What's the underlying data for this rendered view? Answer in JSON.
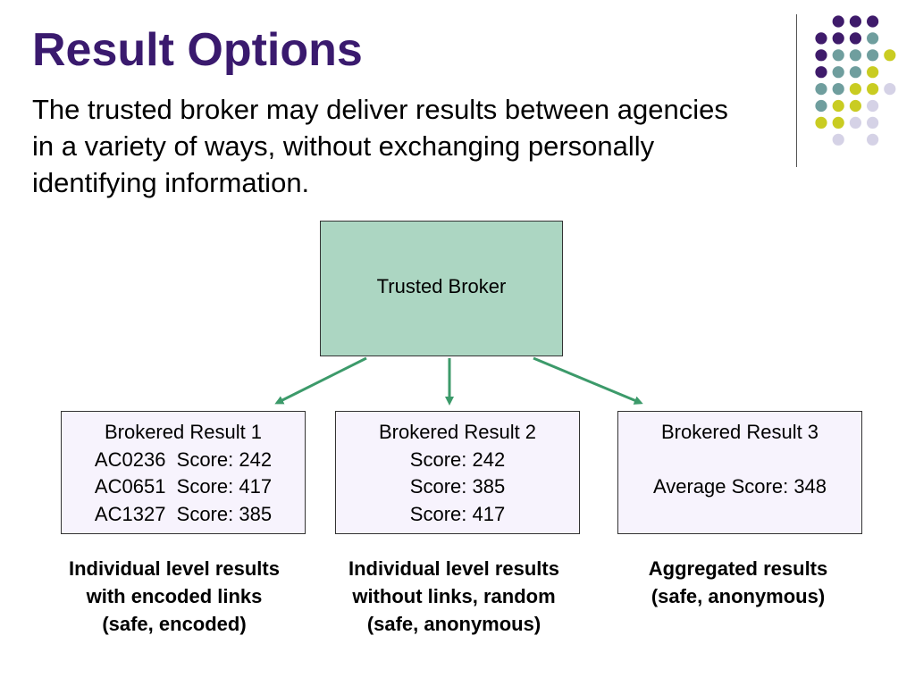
{
  "slide": {
    "title": "Result Options",
    "subtitle": "The trusted broker may deliver results between agencies in a variety of ways, without exchanging personally identifying information."
  },
  "colors": {
    "title": "#3a1a6e",
    "broker_fill": "#acd6c2",
    "result_fill": "#f7f3fd",
    "arrow": "#3c9a6a",
    "dot_purple": "#3f1b6b",
    "dot_teal": "#6f9e9e",
    "dot_yellow": "#c9cc22",
    "dot_lavender": "#d5d2e6"
  },
  "diagram": {
    "broker": {
      "label": "Trusted Broker"
    },
    "results": [
      {
        "lines": [
          "Brokered Result 1",
          "AC0236  Score: 242",
          "AC0651  Score: 417",
          "AC1327  Score: 385"
        ]
      },
      {
        "lines": [
          "Brokered Result 2",
          "Score: 242",
          "Score: 385",
          "Score: 417"
        ]
      },
      {
        "lines": [
          "Brokered Result 3",
          "",
          "Average Score: 348"
        ]
      }
    ],
    "captions": [
      [
        "Individual level results",
        "with encoded links",
        "(safe, encoded)"
      ],
      [
        "Individual level results",
        "without links, random",
        "(safe, anonymous)"
      ],
      [
        "Aggregated results",
        "(safe, anonymous)"
      ]
    ]
  }
}
